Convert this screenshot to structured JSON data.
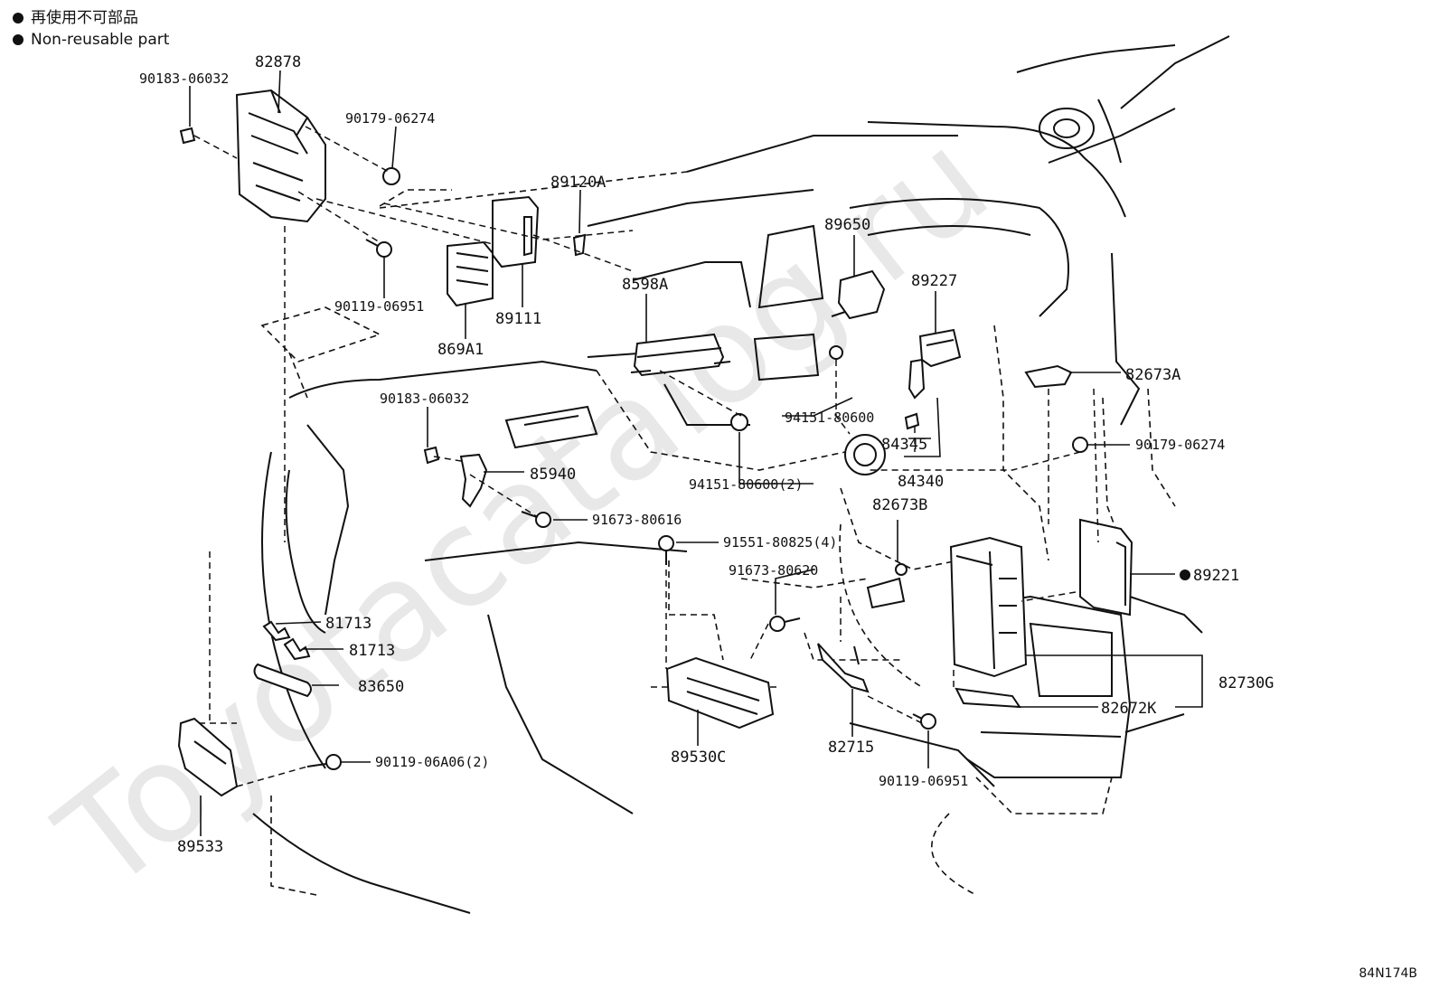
{
  "legend": {
    "line_jp": "再使用不可部品",
    "line_en": "Non-reusable part"
  },
  "watermark": "Toyotacatalog.ru",
  "diagram_code": "84N174B",
  "labels": {
    "p82878": "82878",
    "p90183a": "90183-06032",
    "p90179a": "90179-06274",
    "p90119a": "90119-06951",
    "p869A1": "869A1",
    "p89111": "89111",
    "p89120A": "89120A",
    "p8598A": "8598A",
    "p89650": "89650",
    "p89227": "89227",
    "p82673A": "82673A",
    "p90179b": "90179-06274",
    "p90183b": "90183-06032",
    "p85940": "85940",
    "p94151a": "94151-80600",
    "p94151b": "94151-80600(2)",
    "p84345": "84345",
    "p84340": "84340",
    "p82673B": "82673B",
    "p91673a": "91673-80616",
    "p91551": "91551-80825(4)",
    "p91673b": "91673-80620",
    "p89221": "89221",
    "p81713a": "81713",
    "p81713b": "81713",
    "p83650": "83650",
    "p82730G": "82730G",
    "p82672K": "82672K",
    "p90119b": "90119-06A06(2)",
    "p89530C": "89530C",
    "p82715": "82715",
    "p90119c": "90119-06951",
    "p89533": "89533"
  }
}
